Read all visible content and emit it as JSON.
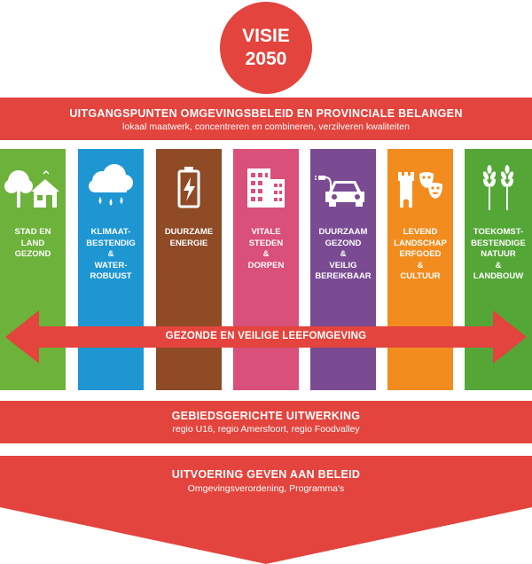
{
  "vision": {
    "line1": "VISIE",
    "line2": "2050"
  },
  "top_band": {
    "title": "UITGANGSPUNTEN OMGEVINGSBELEID EN PROVINCIALE BELANGEN",
    "subtitle": "lokaal maatwerk, concentreren en combineren, verzilveren kwaliteiten"
  },
  "columns": [
    {
      "icon": "tree-house-icon",
      "color": "#6cb23b",
      "lines": [
        "STAD EN LAND",
        "GEZOND"
      ]
    },
    {
      "icon": "rain-cloud-icon",
      "color": "#1e96d2",
      "lines": [
        "KLIMAAT-",
        "BESTENDIG",
        "&",
        "WATER-",
        "ROBUUST"
      ]
    },
    {
      "icon": "battery-icon",
      "color": "#8f4a26",
      "lines": [
        "DUURZAME",
        "ENERGIE"
      ]
    },
    {
      "icon": "buildings-icon",
      "color": "#d9507a",
      "lines": [
        "VITALE",
        "STEDEN",
        "&",
        "DORPEN"
      ]
    },
    {
      "icon": "electric-car-icon",
      "color": "#7a4b93",
      "lines": [
        "DUURZAAM",
        "GEZOND",
        "&",
        "VEILIG",
        "BEREIKBAAR"
      ]
    },
    {
      "icon": "castle-masks-icon",
      "color": "#f28c1e",
      "lines": [
        "LEVEND",
        "LANDSCHAP",
        "ERFGOED",
        "&",
        "CULTUUR"
      ]
    },
    {
      "icon": "wheat-icon",
      "color": "#54a637",
      "lines": [
        "TOEKOMST-",
        "BESTENDIGE",
        "NATUUR",
        "&",
        "LANDBOUW"
      ]
    }
  ],
  "arrow_text": "GEZONDE EN VEILIGE LEEFOMGEVING",
  "middle_band": {
    "title": "GEBIEDSGERICHTE UITWERKING",
    "subtitle": "regio U16, regio Amersfoort, regio Foodvalley"
  },
  "bottom": {
    "title": "UITVOERING GEVEN AAN BELEID",
    "subtitle": "Omgevingsverordening, Programma's"
  },
  "colors": {
    "red": "#e3443d",
    "white": "#ffffff"
  }
}
